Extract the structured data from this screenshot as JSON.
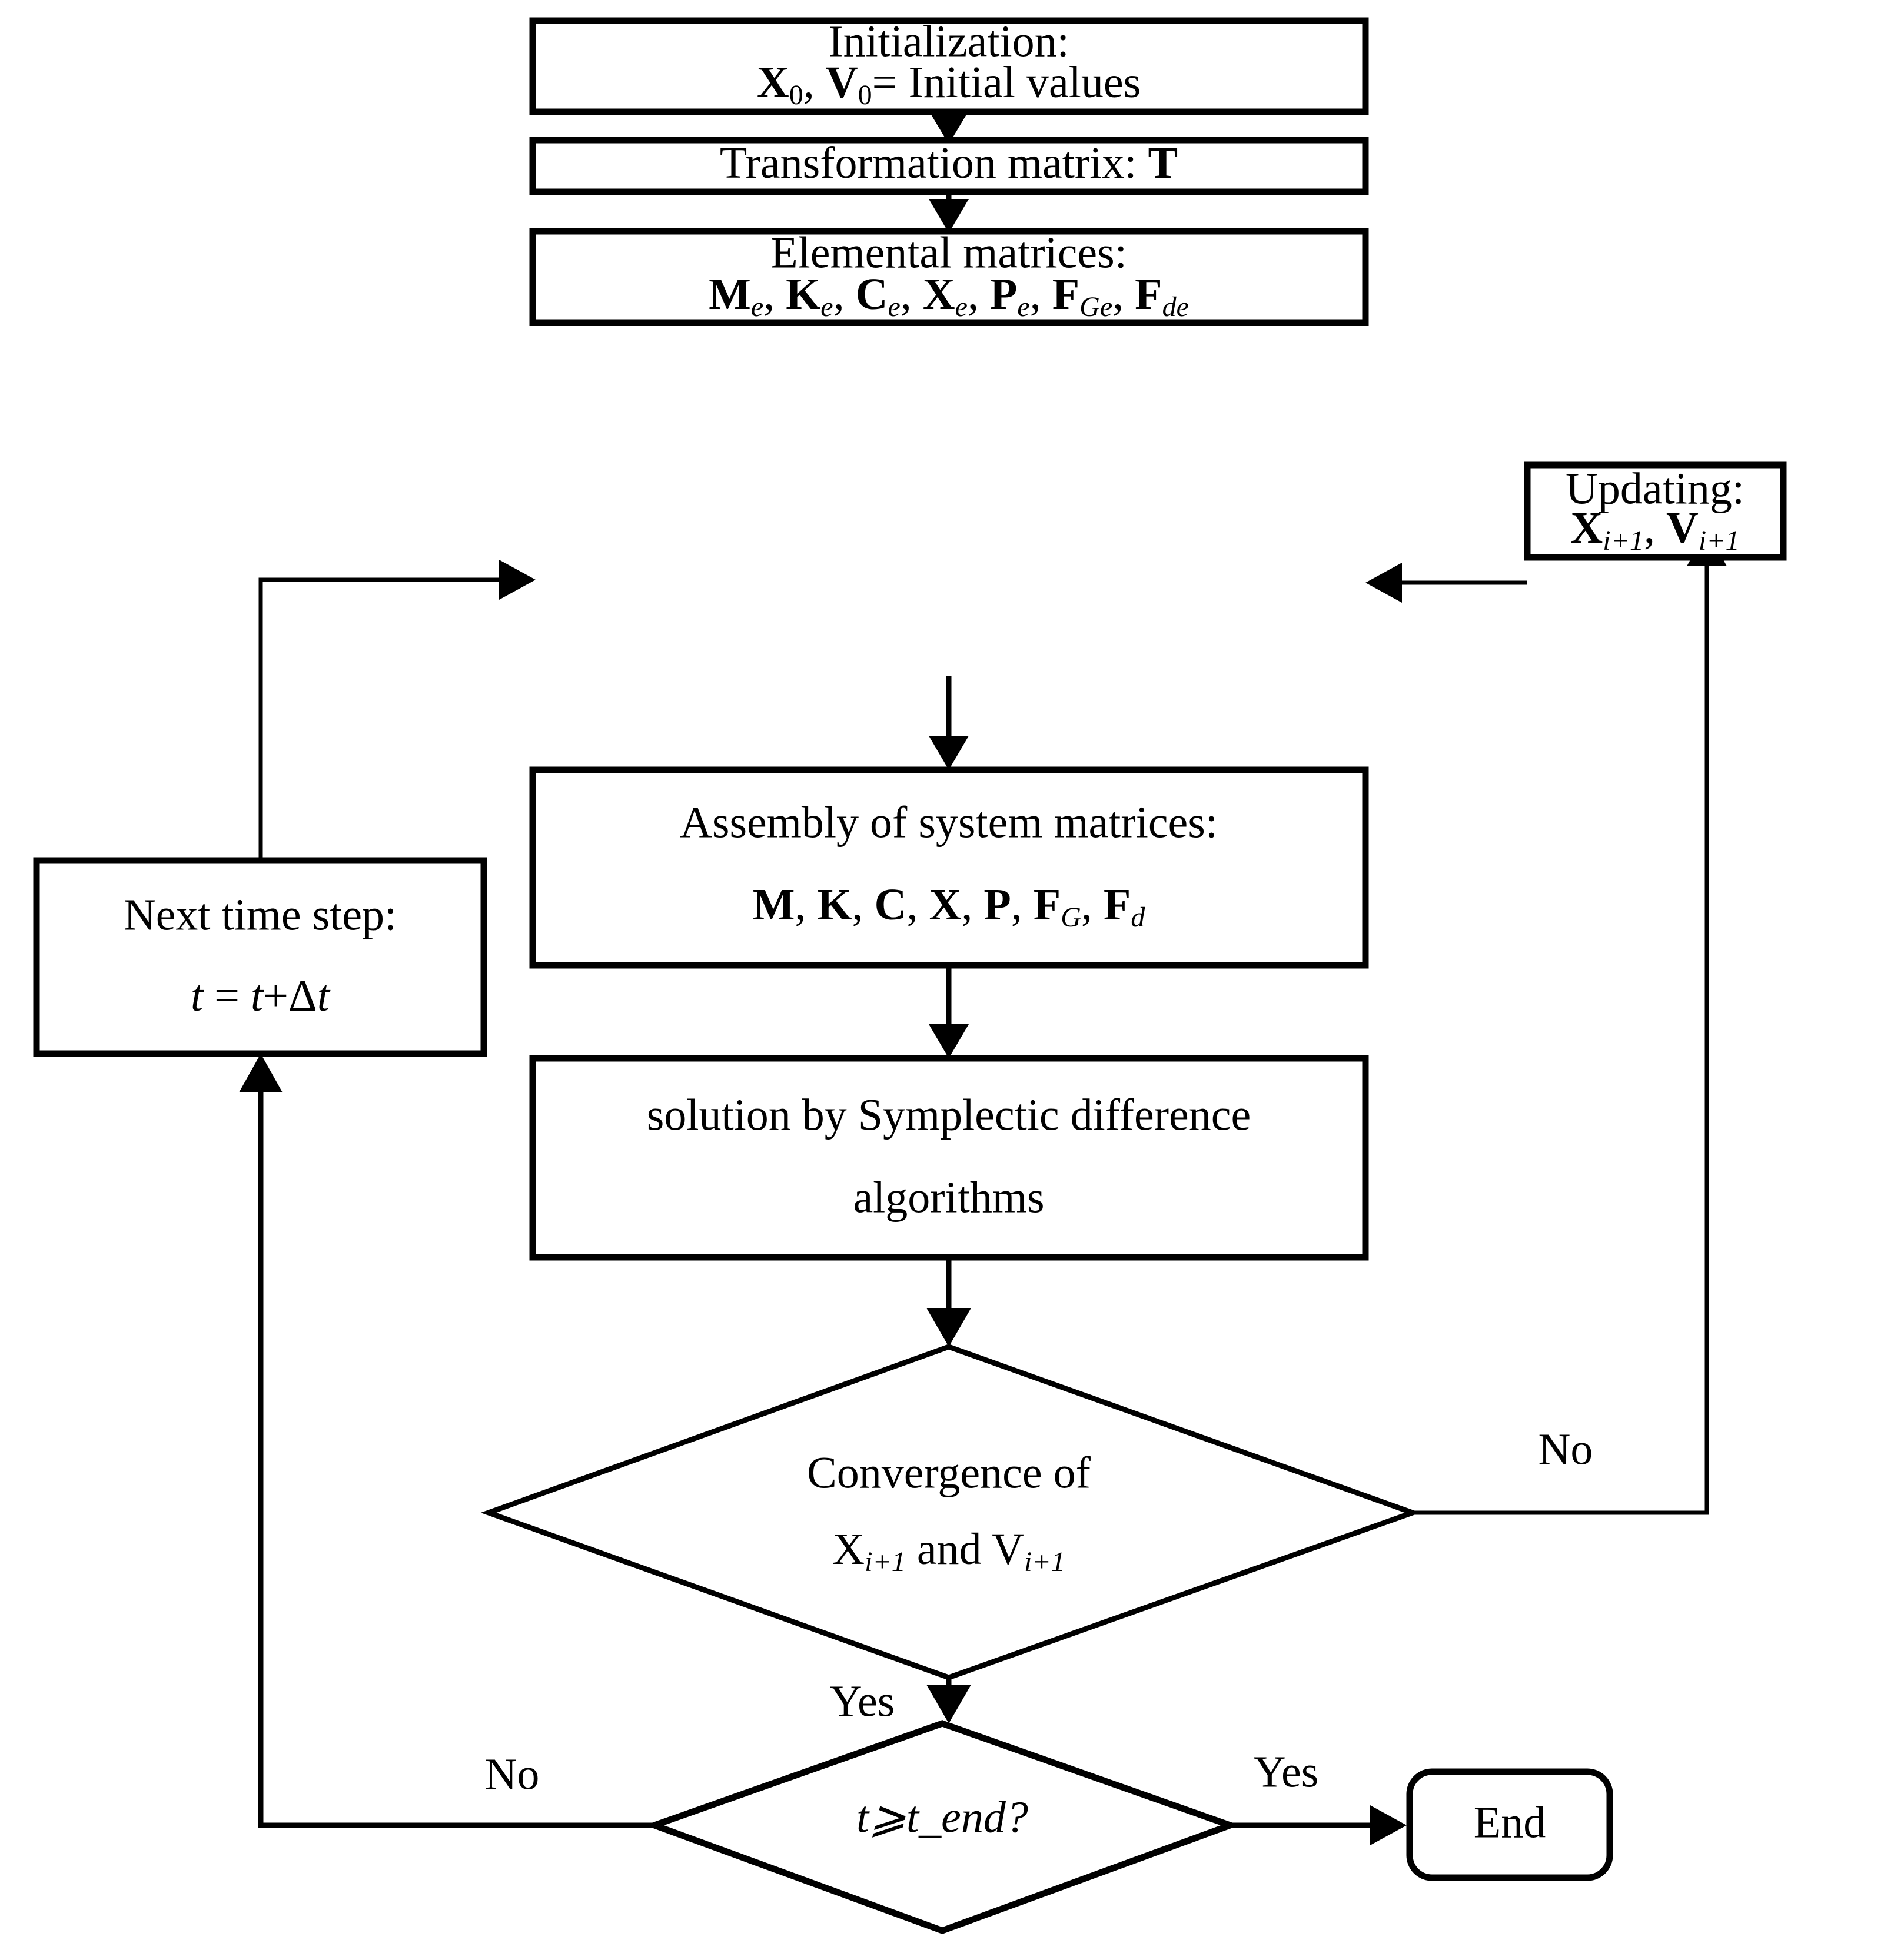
{
  "diagram": {
    "title": "Symplectic difference algorithm solution flowchart",
    "nodes": {
      "initialization": {
        "line1": "Initialization:",
        "line2_parts": [
          "X",
          "0",
          ", ",
          "V",
          "0",
          "= Initial values"
        ],
        "line2_plain": "X0, V0= Initial values"
      },
      "transformation": {
        "line1": "Transformation matrix: T"
      },
      "elemental": {
        "line1": "Elemental matrices:",
        "line2_plain": "Me, Ke, Ce, Xe, Pe, FGe, Fde",
        "symbols": [
          {
            "base": "M",
            "sub": "e"
          },
          {
            "base": "K",
            "sub": "e"
          },
          {
            "base": "C",
            "sub": "e"
          },
          {
            "base": "X",
            "sub": "e"
          },
          {
            "base": "P",
            "sub": "e"
          },
          {
            "base": "F",
            "sub": "Ge"
          },
          {
            "base": "F",
            "sub": "de"
          }
        ]
      },
      "updating": {
        "line1": "Updating:",
        "line2_plain": "Xi+1, Vi+1",
        "symbols": [
          {
            "base": "X",
            "sub": "i+1"
          },
          {
            "base": "V",
            "sub": "i+1"
          }
        ]
      },
      "assembly": {
        "line1": "Assembly of system matrices:",
        "line2_plain": "M, K, C, X, P, FG, Fd",
        "symbols": [
          {
            "base": "M",
            "sub": ""
          },
          {
            "base": "K",
            "sub": ""
          },
          {
            "base": "C",
            "sub": ""
          },
          {
            "base": "X",
            "sub": ""
          },
          {
            "base": "P",
            "sub": ""
          },
          {
            "base": "F",
            "sub": "G"
          },
          {
            "base": "F",
            "sub": "d"
          }
        ]
      },
      "solution": {
        "line1": "solution by Symplectic difference",
        "line2": "algorithms"
      },
      "next_time_step": {
        "line1": "Next time step:",
        "line2_plain": "t = t+Δt"
      },
      "convergence": {
        "line1": "Convergence of",
        "line2_plain": "Xi+1 and Vi+1",
        "symbols": [
          {
            "base": "X",
            "sub": "i+1"
          },
          {
            "base": "V",
            "sub": "i+1"
          }
        ]
      },
      "t_end_check": {
        "line1_plain": "t⩾t_end?"
      },
      "end": {
        "label": "End"
      }
    },
    "edge_labels": {
      "convergence_no": "No",
      "convergence_yes": "Yes",
      "tend_no": "No",
      "tend_yes": "Yes"
    },
    "colors": {
      "stroke": "#000000",
      "fill": "#ffffff",
      "text": "#000000"
    }
  }
}
